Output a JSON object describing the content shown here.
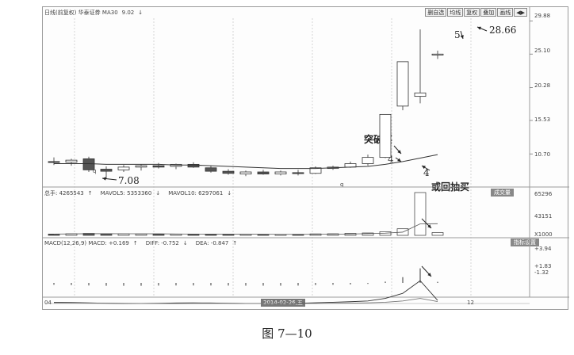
{
  "window": {
    "title": "日线(前复权) 华泰证券 MA30",
    "ma30_value": "9.02",
    "ma30_arrow": "↓"
  },
  "toolbar": {
    "buttons": [
      "删自选",
      "均线",
      "复权",
      "叠加",
      "画线",
      "◀▶"
    ]
  },
  "price_axis": {
    "ticks": [
      "29.88",
      "25.10",
      "20.28",
      "15.53",
      "10.70"
    ]
  },
  "volume_panel": {
    "total_label": "总手: 4265543",
    "total_arrow": "↑",
    "mavol5_label": "MAVOL5: 5353360",
    "mavol5_arrow": "↓",
    "mavol10_label": "MAVOL10: 6297061",
    "mavol10_arrow": "↓",
    "button": "成交量",
    "ticks": [
      "65296",
      "43151",
      "X1000"
    ]
  },
  "macd_panel": {
    "macd_label": "MACD(12,26,9) MACD: +0.169",
    "macd_arrow": "↑",
    "dif_label": "DIFF: -0.752",
    "dif_arrow": "↓",
    "dea_label": "DEA: -0.847",
    "dea_arrow": "↑",
    "button": "指标设置",
    "ticks": [
      "+3.94",
      "+1.83",
      "-1.32"
    ]
  },
  "time_axis": {
    "left_label": "04",
    "cursor_date": "2014-02-26,五",
    "right_label": "12"
  },
  "annotations": {
    "low_price": "7.08",
    "high_price": "28.66",
    "wave5": "5",
    "wave4_a": "4",
    "wave4_b": "4",
    "breakout_buy": "突破买",
    "pullback_buy": "或回抽买",
    "small_q1": "q",
    "small_q2": "q"
  },
  "caption": "图 7—10",
  "colors": {
    "up": "#ffffff",
    "down": "#555555",
    "line": "#333333"
  },
  "chart_data": {
    "type": "candlestick",
    "title": "日线(前复权) 华泰证券",
    "ylim": [
      6.5,
      30.5
    ],
    "candles": [
      {
        "o": 9.6,
        "h": 10.2,
        "l": 9.1,
        "c": 9.5
      },
      {
        "o": 9.5,
        "h": 10.0,
        "l": 9.0,
        "c": 9.8
      },
      {
        "o": 10.0,
        "h": 10.3,
        "l": 8.1,
        "c": 8.4
      },
      {
        "o": 8.5,
        "h": 8.9,
        "l": 7.08,
        "c": 8.2
      },
      {
        "o": 8.4,
        "h": 9.1,
        "l": 8.1,
        "c": 8.8
      },
      {
        "o": 8.8,
        "h": 9.2,
        "l": 8.3,
        "c": 9.0
      },
      {
        "o": 9.0,
        "h": 9.4,
        "l": 8.6,
        "c": 8.8
      },
      {
        "o": 8.9,
        "h": 9.3,
        "l": 8.5,
        "c": 9.2
      },
      {
        "o": 9.2,
        "h": 9.5,
        "l": 8.7,
        "c": 8.8
      },
      {
        "o": 8.7,
        "h": 9.0,
        "l": 8.0,
        "c": 8.2
      },
      {
        "o": 8.2,
        "h": 8.5,
        "l": 7.7,
        "c": 7.9
      },
      {
        "o": 7.8,
        "h": 8.3,
        "l": 7.5,
        "c": 8.1
      },
      {
        "o": 8.1,
        "h": 8.4,
        "l": 7.7,
        "c": 7.8
      },
      {
        "o": 7.8,
        "h": 8.3,
        "l": 7.6,
        "c": 8.1
      },
      {
        "o": 8.0,
        "h": 8.4,
        "l": 7.6,
        "c": 7.9
      },
      {
        "o": 7.9,
        "h": 8.9,
        "l": 7.8,
        "c": 8.7
      },
      {
        "o": 8.6,
        "h": 9.0,
        "l": 8.4,
        "c": 8.8
      },
      {
        "o": 8.8,
        "h": 9.6,
        "l": 8.7,
        "c": 9.3
      },
      {
        "o": 9.3,
        "h": 10.6,
        "l": 9.0,
        "c": 10.2
      },
      {
        "o": 10.2,
        "h": 16.4,
        "l": 10.1,
        "c": 16.4
      },
      {
        "o": 17.6,
        "h": 24.0,
        "l": 17.0,
        "c": 24.0
      },
      {
        "o": 19.0,
        "h": 28.66,
        "l": 18.0,
        "c": 19.5
      },
      {
        "o": 25.0,
        "h": 25.6,
        "l": 24.4,
        "c": 25.1
      }
    ],
    "ma30": [
      9.3,
      9.3,
      9.3,
      9.2,
      9.2,
      9.2,
      9.2,
      9.1,
      9.1,
      9.0,
      8.9,
      8.8,
      8.7,
      8.6,
      8.6,
      8.6,
      8.7,
      8.8,
      8.9,
      9.2,
      9.6,
      10.1,
      10.6
    ],
    "volume": [
      2.0,
      2.4,
      3.0,
      2.6,
      2.2,
      2.0,
      1.8,
      1.9,
      2.0,
      1.7,
      1.6,
      1.5,
      1.5,
      1.4,
      1.5,
      2.2,
      2.4,
      3.0,
      3.6,
      5.5,
      10.0,
      65.0,
      4.2
    ],
    "macd_hist": [
      -0.3,
      -0.35,
      -0.4,
      -0.45,
      -0.45,
      -0.45,
      -0.42,
      -0.4,
      -0.4,
      -0.4,
      -0.42,
      -0.44,
      -0.44,
      -0.43,
      -0.42,
      -0.35,
      -0.3,
      -0.25,
      -0.15,
      0.2,
      0.9,
      2.3,
      0.17
    ],
    "dif": [
      -0.9,
      -0.92,
      -0.95,
      -0.98,
      -1.0,
      -1.0,
      -0.98,
      -0.96,
      -0.95,
      -0.96,
      -0.98,
      -1.0,
      -1.0,
      -0.99,
      -0.98,
      -0.94,
      -0.9,
      -0.86,
      -0.8,
      -0.6,
      -0.2,
      0.8,
      -0.752
    ],
    "dea": [
      -0.95,
      -0.96,
      -0.97,
      -0.98,
      -0.99,
      -1.0,
      -1.0,
      -1.0,
      -0.99,
      -0.99,
      -0.99,
      -1.0,
      -1.0,
      -1.0,
      -1.0,
      -0.99,
      -0.98,
      -0.97,
      -0.95,
      -0.9,
      -0.8,
      -0.6,
      -0.847
    ]
  }
}
